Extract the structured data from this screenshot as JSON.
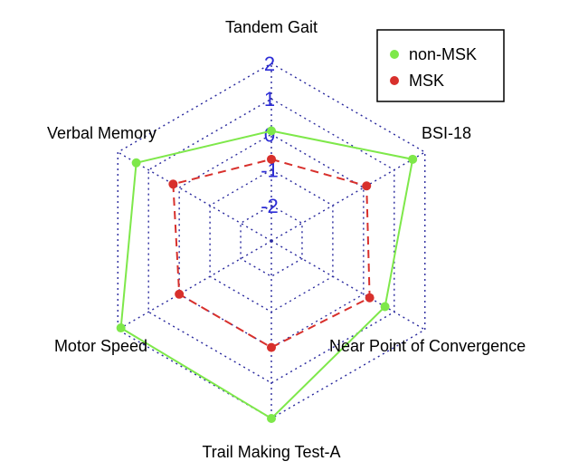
{
  "chart_data": {
    "type": "radar",
    "axes": [
      "Tandem Gait",
      "BSI-18",
      "Near Point of Convergence",
      "Trail Making Test-A",
      "Motor Speed",
      "Verbal Memory"
    ],
    "ticks": [
      2,
      1,
      0,
      -1,
      -2
    ],
    "tick_labels": [
      "2",
      "1",
      "0",
      "-1",
      "-2"
    ],
    "rlim": [
      -3,
      2
    ],
    "grid": true,
    "legend_position": "top-right",
    "series": [
      {
        "name": "non-MSK",
        "color": "#7ee84a",
        "line_style": "solid",
        "values": [
          0.1,
          1.6,
          0.7,
          2.0,
          1.9,
          1.4
        ]
      },
      {
        "name": "MSK",
        "color": "#d8302c",
        "line_style": "dashed",
        "values": [
          -0.7,
          0.1,
          0.2,
          0.0,
          0.0,
          0.2
        ]
      }
    ]
  }
}
